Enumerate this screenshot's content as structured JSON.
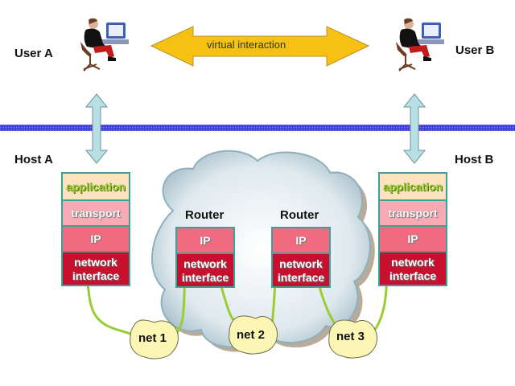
{
  "users": {
    "a": {
      "label": "User A"
    },
    "b": {
      "label": "User B"
    }
  },
  "virtual_arrow": {
    "label": "virtual interaction",
    "color": "#f7c114"
  },
  "hosts": {
    "a": {
      "label": "Host A",
      "layers": [
        "application",
        "transport",
        "IP",
        "network interface"
      ]
    },
    "b": {
      "label": "Host B",
      "layers": [
        "application",
        "transport",
        "IP",
        "network interface"
      ]
    }
  },
  "routers": [
    {
      "label": "Router",
      "layers": [
        "IP",
        "network interface"
      ]
    },
    {
      "label": "Router",
      "layers": [
        "IP",
        "network interface"
      ]
    }
  ],
  "networks": [
    "net 1",
    "net 2",
    "net 3"
  ],
  "colors": {
    "boundary_line": "#3b3bd6",
    "application": "#fbe3c0",
    "transport": "#f7a9b4",
    "ip": "#f06b80",
    "network_interface": "#c8102e",
    "stack_border": "#3aa29a",
    "path_line": "#9acd32",
    "cloud": "#dde9ef",
    "net_blob": "#fbf6b4",
    "vertical_arrow": "#b8dfe4"
  }
}
